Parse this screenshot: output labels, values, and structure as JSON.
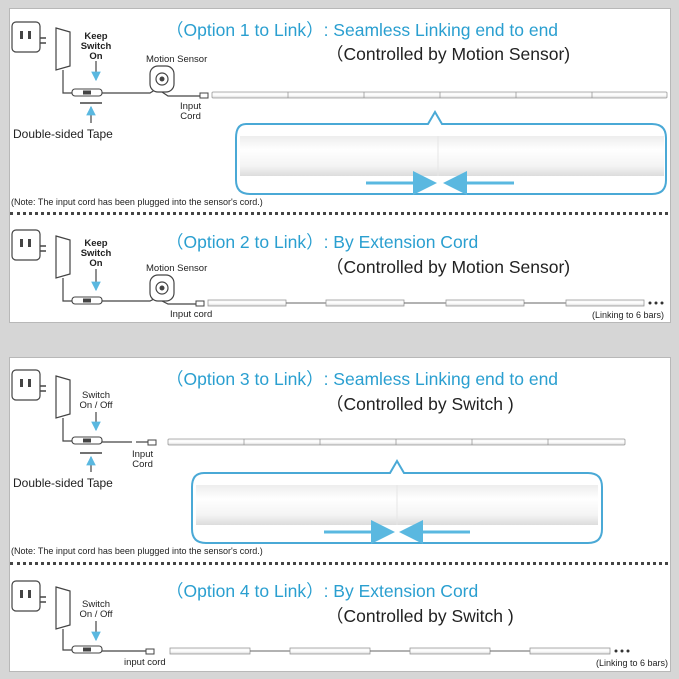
{
  "options": [
    {
      "title": "（Option 1 to Link）: Seamless Linking end to end",
      "subtitle": "（Controlled by Motion Sensor)"
    },
    {
      "title": "（Option 2 to Link）: By Extension Cord",
      "subtitle": "（Controlled by Motion Sensor)"
    },
    {
      "title": "（Option 3 to Link）: Seamless Linking end to end",
      "subtitle": "（Controlled by Switch )"
    },
    {
      "title": "（Option 4 to Link）: By Extension Cord",
      "subtitle": "（Controlled by Switch )"
    }
  ],
  "labels": {
    "keep_switch_on": [
      "Keep",
      "Switch",
      "On"
    ],
    "switch_on_off": [
      "Switch",
      "On / Off"
    ],
    "motion_sensor": "Motion Sensor",
    "input_cord_stacked": [
      "Input",
      "Cord"
    ],
    "input_cord": "Input cord",
    "input_cord_lower": "input cord",
    "double_sided_tape": "Double-sided Tape",
    "note": "(Note: The input cord has been plugged into the sensor's cord.)",
    "linking": "(Linking to 6 bars)"
  },
  "colors": {
    "accent": "#2a9fd0",
    "arrow": "#5ab8e0"
  }
}
